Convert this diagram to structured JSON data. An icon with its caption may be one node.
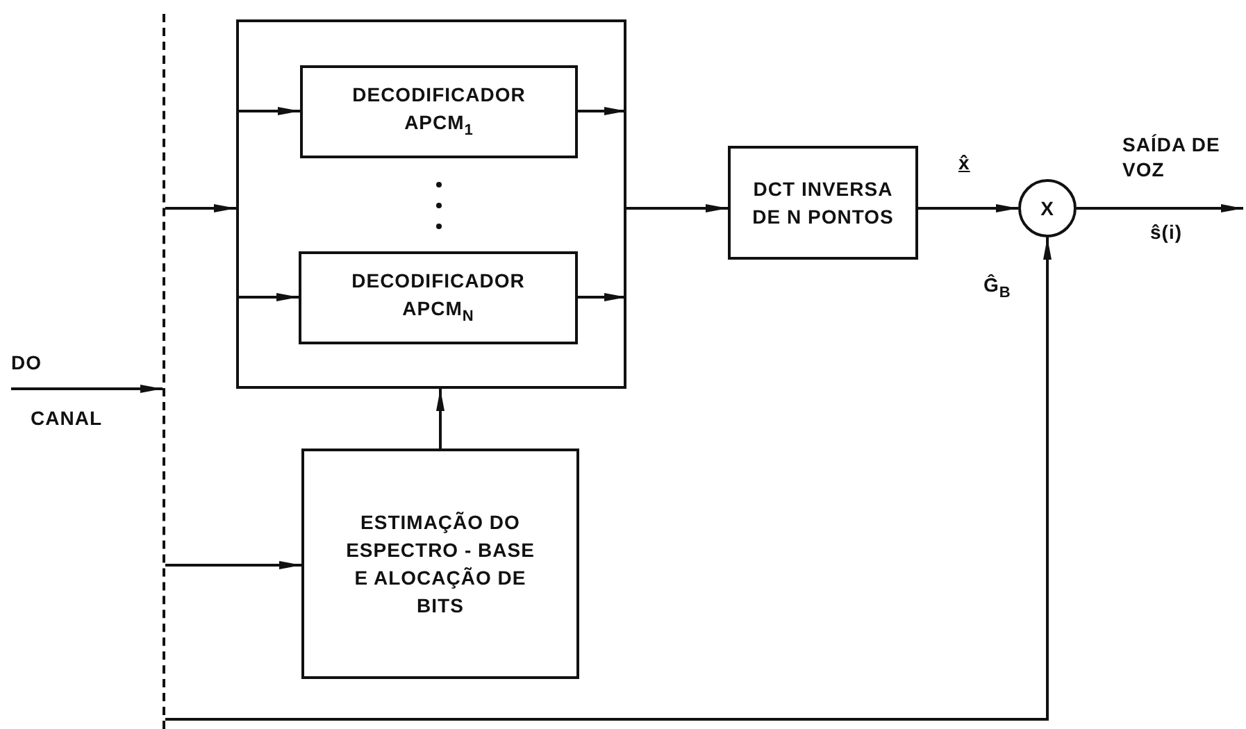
{
  "diagram": {
    "nodes": [
      {
        "text": [],
        "shape": "box"
      },
      {
        "text": [
          "DECODIFICADOR APCM$_{1}$"
        ],
        "in": 0
      },
      {
        "text": [
          "DECODIFICADOR APCM$_{N}$"
        ],
        "in": 0
      },
      {
        "text": [
          "DCT INVERSA DE N PONTOS"
        ]
      },
      {
        "text": [
          "X"
        ]
      },
      {
        "text": [
          "ESTIMAÇÃO DO ESPECTRO - BASE E ALOCAÇÃO DE BITS"
        ]
      },
      {
        "text": [],
        "shape": "line"
      }
    ],
    "edges": [
      {
        "from": null,
        "to": 6,
        "arrow": "to"
      },
      {
        "from": 6,
        "to": 0,
        "arrow": "to"
      },
      {
        "from": 0,
        "to": 1,
        "arrow": "to"
      },
      {
        "from": 0,
        "to": 2,
        "arrow": "to"
      },
      {
        "from": 1,
        "to": 0,
        "arrow": "to"
      },
      {
        "from": 2,
        "to": 0,
        "arrow": "to"
      },
      {
        "from": 0,
        "to": 3,
        "arrow": "to"
      },
      {
        "from": 3,
        "to": 4,
        "arrow": "to",
        "label": "x̂"
      },
      {
        "from": 4,
        "to": null,
        "arrow": "to",
        "label": "ŝ(i)"
      },
      {
        "from": 5,
        "to": 0,
        "arrow": "to"
      },
      {
        "from": 6,
        "to": 5,
        "arrow": "to"
      },
      {
        "from": 6,
        "to": 4,
        "arrow": "to",
        "label": "Ĝ$_{B}$"
      }
    ],
    "labels": [
      "DO",
      "CANAL",
      "SAÍDA DE VOZ"
    ]
  }
}
